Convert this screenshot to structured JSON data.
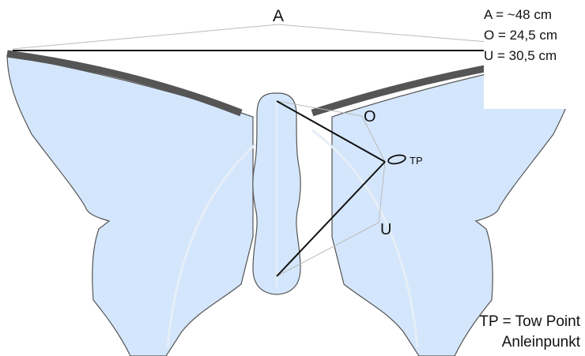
{
  "labels": {
    "span": "A",
    "upper": "O",
    "tow_point": "TP",
    "lower": "U"
  },
  "legend": [
    "A = ~48 cm",
    "O = 24,5 cm",
    "U = 30,5 cm"
  ],
  "note": {
    "line1": "TP = Tow Point",
    "line2": "Anleinpunkt"
  },
  "colors": {
    "sail": "#d4e6fb",
    "outline": "#555555",
    "spar": "#555555",
    "bridle": "#111111",
    "guide": "#bbbbbb"
  }
}
